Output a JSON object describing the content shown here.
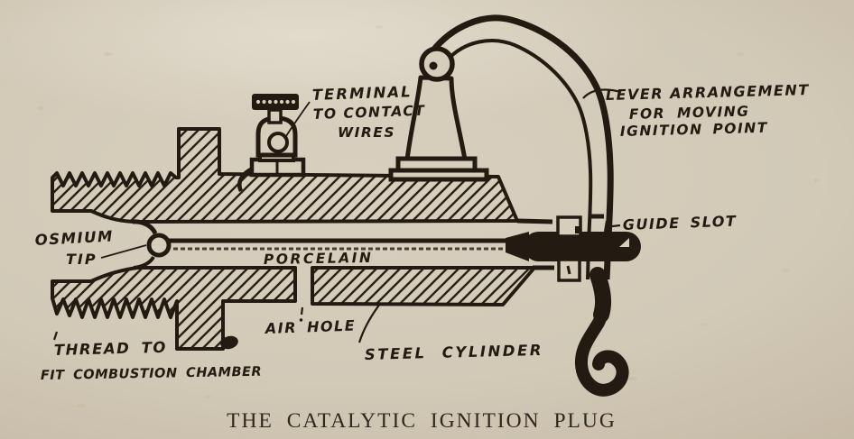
{
  "palette": {
    "paper": "#d2c9b7",
    "ink": "#231b11",
    "caption_ink": "#2e281c"
  },
  "caption": {
    "text": "THE CATALYTIC IGNITION PLUG"
  },
  "labels": {
    "terminal": {
      "line1": "TERMINAL",
      "line2": "TO CONTACT",
      "line3": "WIRES"
    },
    "lever": {
      "line1": "LEVER ARRANGEMENT",
      "line2": "FOR MOVING",
      "line3": "IGNITION POINT"
    },
    "guide_slot": {
      "text": "GUIDE SLOT"
    },
    "osmium": {
      "line1": "OSMIUM",
      "line2": "TIP"
    },
    "porcelain": {
      "text": "PORCELAIN"
    },
    "air_hole": {
      "text": "AIR HOLE"
    },
    "steel_cylinder": {
      "text": "STEEL CYLINDER"
    },
    "thread": {
      "line1": "THREAD TO",
      "line2": "FIT COMBUSTION CHAMBER"
    }
  }
}
